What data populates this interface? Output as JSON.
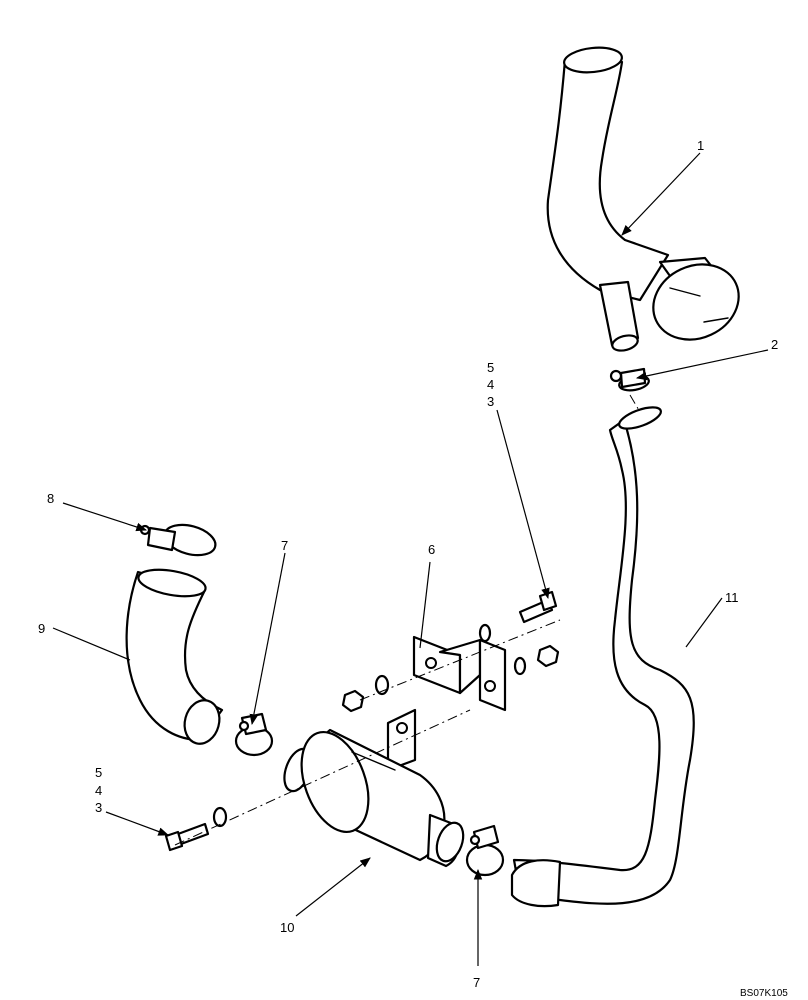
{
  "callouts": {
    "c1": "1",
    "c2": "2",
    "c3_top": "3",
    "c4_top": "4",
    "c5_top": "5",
    "c6": "6",
    "c7_upper": "7",
    "c7_lower": "7",
    "c8": "8",
    "c9": "9",
    "c3_left": "3",
    "c4_left": "4",
    "c5_left": "5",
    "c10": "10",
    "c11": "11"
  },
  "reference_code": "BS07K105"
}
